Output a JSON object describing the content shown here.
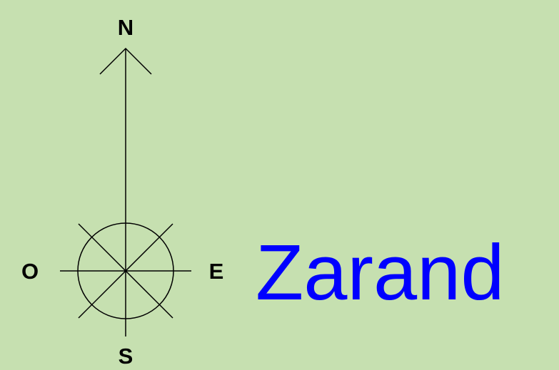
{
  "compass": {
    "north": "N",
    "south": "S",
    "east": "E",
    "west": "O"
  },
  "place_name": "Zarand",
  "colors": {
    "background": "#c6e0b0",
    "place_name": "#0000ff",
    "lines": "#000000"
  }
}
